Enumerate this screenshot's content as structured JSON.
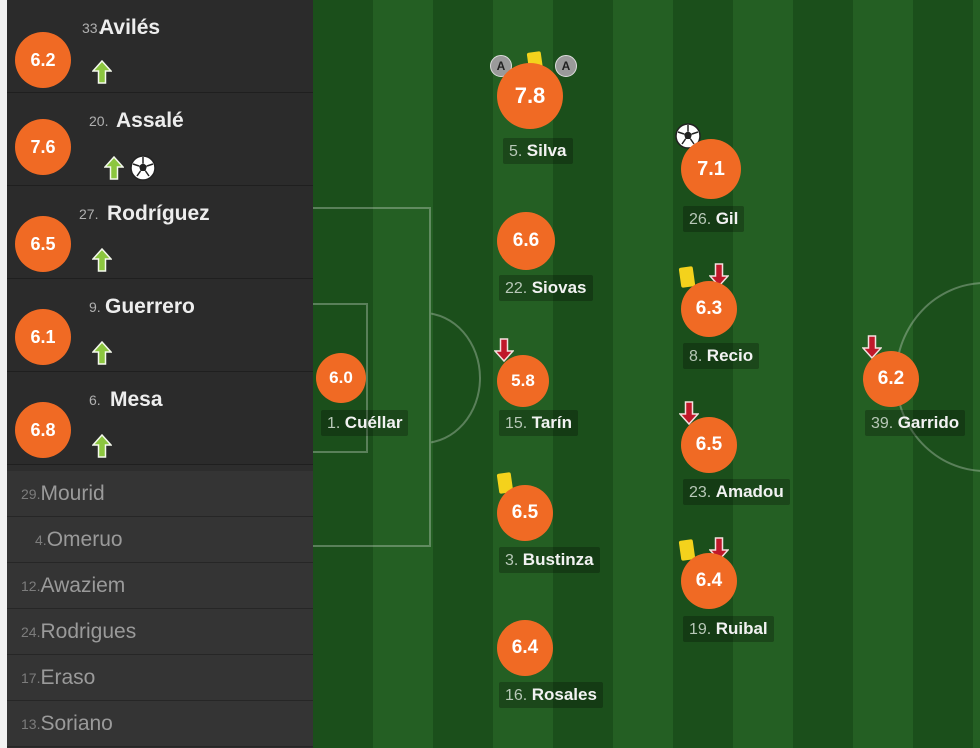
{
  "substitutes_used": [
    {
      "rating": "6.2",
      "number": "33.",
      "name": "Avilés",
      "icons": [
        "arrow-up"
      ]
    },
    {
      "rating": "7.6",
      "number": "20.",
      "name": "Assalé",
      "icons": [
        "arrow-up",
        "ball"
      ]
    },
    {
      "rating": "6.5",
      "number": "27.",
      "name": "Rodríguez",
      "icons": [
        "arrow-up"
      ]
    },
    {
      "rating": "6.1",
      "number": "9.",
      "name": "Guerrero",
      "icons": [
        "arrow-up"
      ]
    },
    {
      "rating": "6.8",
      "number": "6.",
      "name": "Mesa",
      "icons": [
        "arrow-up"
      ]
    }
  ],
  "bench": [
    {
      "number": "29.",
      "name": "Mourid"
    },
    {
      "number": "4.",
      "name": "Omeruo"
    },
    {
      "number": "12.",
      "name": "Awaziem"
    },
    {
      "number": "24.",
      "name": "Rodrigues"
    },
    {
      "number": "17.",
      "name": "Eraso"
    },
    {
      "number": "13.",
      "name": "Soriano"
    }
  ],
  "lineup": [
    {
      "id": "cuellar",
      "rating": "6.0",
      "number": "1.",
      "name": "Cuéllar",
      "icons": []
    },
    {
      "id": "silva",
      "rating": "7.8",
      "number": "5.",
      "name": "Silva",
      "icons": [
        "assist",
        "card-yellow",
        "assist"
      ]
    },
    {
      "id": "siovas",
      "rating": "6.6",
      "number": "22.",
      "name": "Siovas",
      "icons": []
    },
    {
      "id": "tarin",
      "rating": "5.8",
      "number": "15.",
      "name": "Tarín",
      "icons": [
        "arrow-down"
      ]
    },
    {
      "id": "bustinza",
      "rating": "6.5",
      "number": "3.",
      "name": "Bustinza",
      "icons": [
        "card-yellow"
      ]
    },
    {
      "id": "rosales",
      "rating": "6.4",
      "number": "16.",
      "name": "Rosales",
      "icons": []
    },
    {
      "id": "gil",
      "rating": "7.1",
      "number": "26.",
      "name": "Gil",
      "icons": [
        "ball"
      ]
    },
    {
      "id": "recio",
      "rating": "6.3",
      "number": "8.",
      "name": "Recio",
      "icons": [
        "card-yellow",
        "arrow-down"
      ]
    },
    {
      "id": "amadou",
      "rating": "6.5",
      "number": "23.",
      "name": "Amadou",
      "icons": [
        "arrow-down"
      ]
    },
    {
      "id": "ruibal",
      "rating": "6.4",
      "number": "19.",
      "name": "Ruibal",
      "icons": [
        "card-yellow",
        "arrow-down"
      ]
    },
    {
      "id": "garrido",
      "rating": "6.2",
      "number": "39.",
      "name": "Garrido",
      "icons": [
        "arrow-down"
      ]
    }
  ],
  "assist_letter": "A",
  "colors": {
    "rating_bg": "#f06a24",
    "arrow_up": "#8cc63f",
    "arrow_down": "#c0182a",
    "yellow_card": "#f4d21c"
  }
}
